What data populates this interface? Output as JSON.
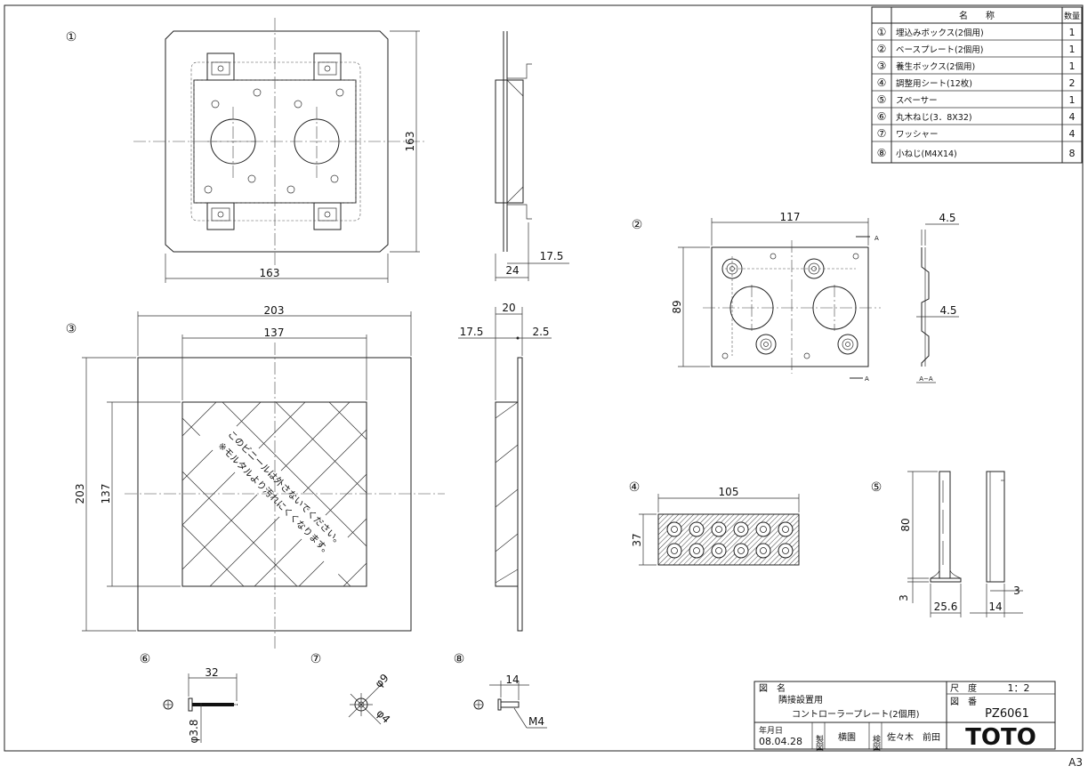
{
  "parts_table": {
    "header_name": "名　　称",
    "header_qty": "数量",
    "rows": [
      {
        "no": "①",
        "name": "埋込みボックス(2個用)",
        "qty": "1"
      },
      {
        "no": "②",
        "name": "ベースプレート(2個用)",
        "qty": "1"
      },
      {
        "no": "③",
        "name": "養生ボックス(2個用)",
        "qty": "1"
      },
      {
        "no": "④",
        "name": "調整用シート(12枚)",
        "qty": "2"
      },
      {
        "no": "⑤",
        "name": "スペーサー",
        "qty": "1"
      },
      {
        "no": "⑥",
        "name": "丸木ねじ(3．8X32)",
        "qty": "4"
      },
      {
        "no": "⑦",
        "name": "ワッシャー",
        "qty": "4"
      },
      {
        "no": "⑧",
        "name": "小ねじ(M4X14)",
        "qty": "8"
      }
    ]
  },
  "callouts": {
    "p1": "①",
    "p2": "②",
    "p3": "③",
    "p4": "④",
    "p5": "⑤",
    "p6": "⑥",
    "p7": "⑦",
    "p8": "⑧"
  },
  "dims": {
    "p1_w": "163",
    "p1_h": "163",
    "p1_side_d": "24",
    "p1_side_t": "17.5",
    "p2_w": "117",
    "p2_h": "89",
    "p2_t1": "4.5",
    "p2_t2": "4.5",
    "p2_sec": "A",
    "p2_sec_label": "A−A",
    "p3_w": "203",
    "p3_h": "203",
    "p3_iw": "137",
    "p3_ih": "137",
    "p3_side_d": "20",
    "p3_side_a": "17.5",
    "p3_side_b": "2.5",
    "p4_w": "105",
    "p4_h": "37",
    "p5_h": "80",
    "p5_b": "3",
    "p5_w": "25.6",
    "p5_sw": "14",
    "p5_st": "3",
    "p6_len": "32",
    "p6_dia": "φ3.8",
    "p7_od": "φ9",
    "p7_id": "φ4",
    "p8_len": "14",
    "p8_thread": "M4"
  },
  "notes": {
    "vinyl_line1": "このビニールは外さないでください。",
    "vinyl_line2": "※モルタルより汚れにくくなります。"
  },
  "title_block": {
    "label_name": "図　名",
    "name_line1": "隣接設置用",
    "name_line2": "コントローラープレート(2個用)",
    "label_scale": "尺　度",
    "scale": "1：2",
    "label_drawing_no": "図　番",
    "drawing_no": "PZ6061",
    "label_date": "年月日",
    "date": "08.04.28",
    "label_drawn": "製図",
    "drawn_by": "横園",
    "label_checked": "検図",
    "checked_by": "佐々木　前田",
    "brand": "TOTO"
  },
  "sheet_size": "A3"
}
